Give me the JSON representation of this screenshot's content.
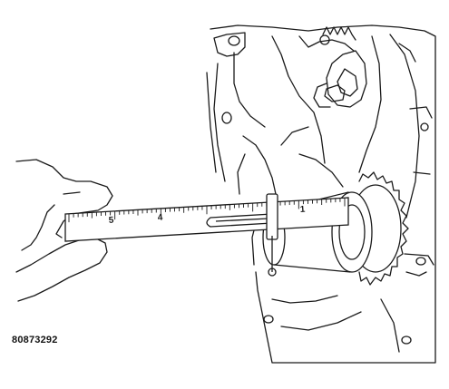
{
  "figure": {
    "code": "80873292",
    "scale_numbers": [
      "5",
      "4",
      "1"
    ],
    "line_color": "#1a1a1a",
    "ruler_color": "#ffffff"
  }
}
